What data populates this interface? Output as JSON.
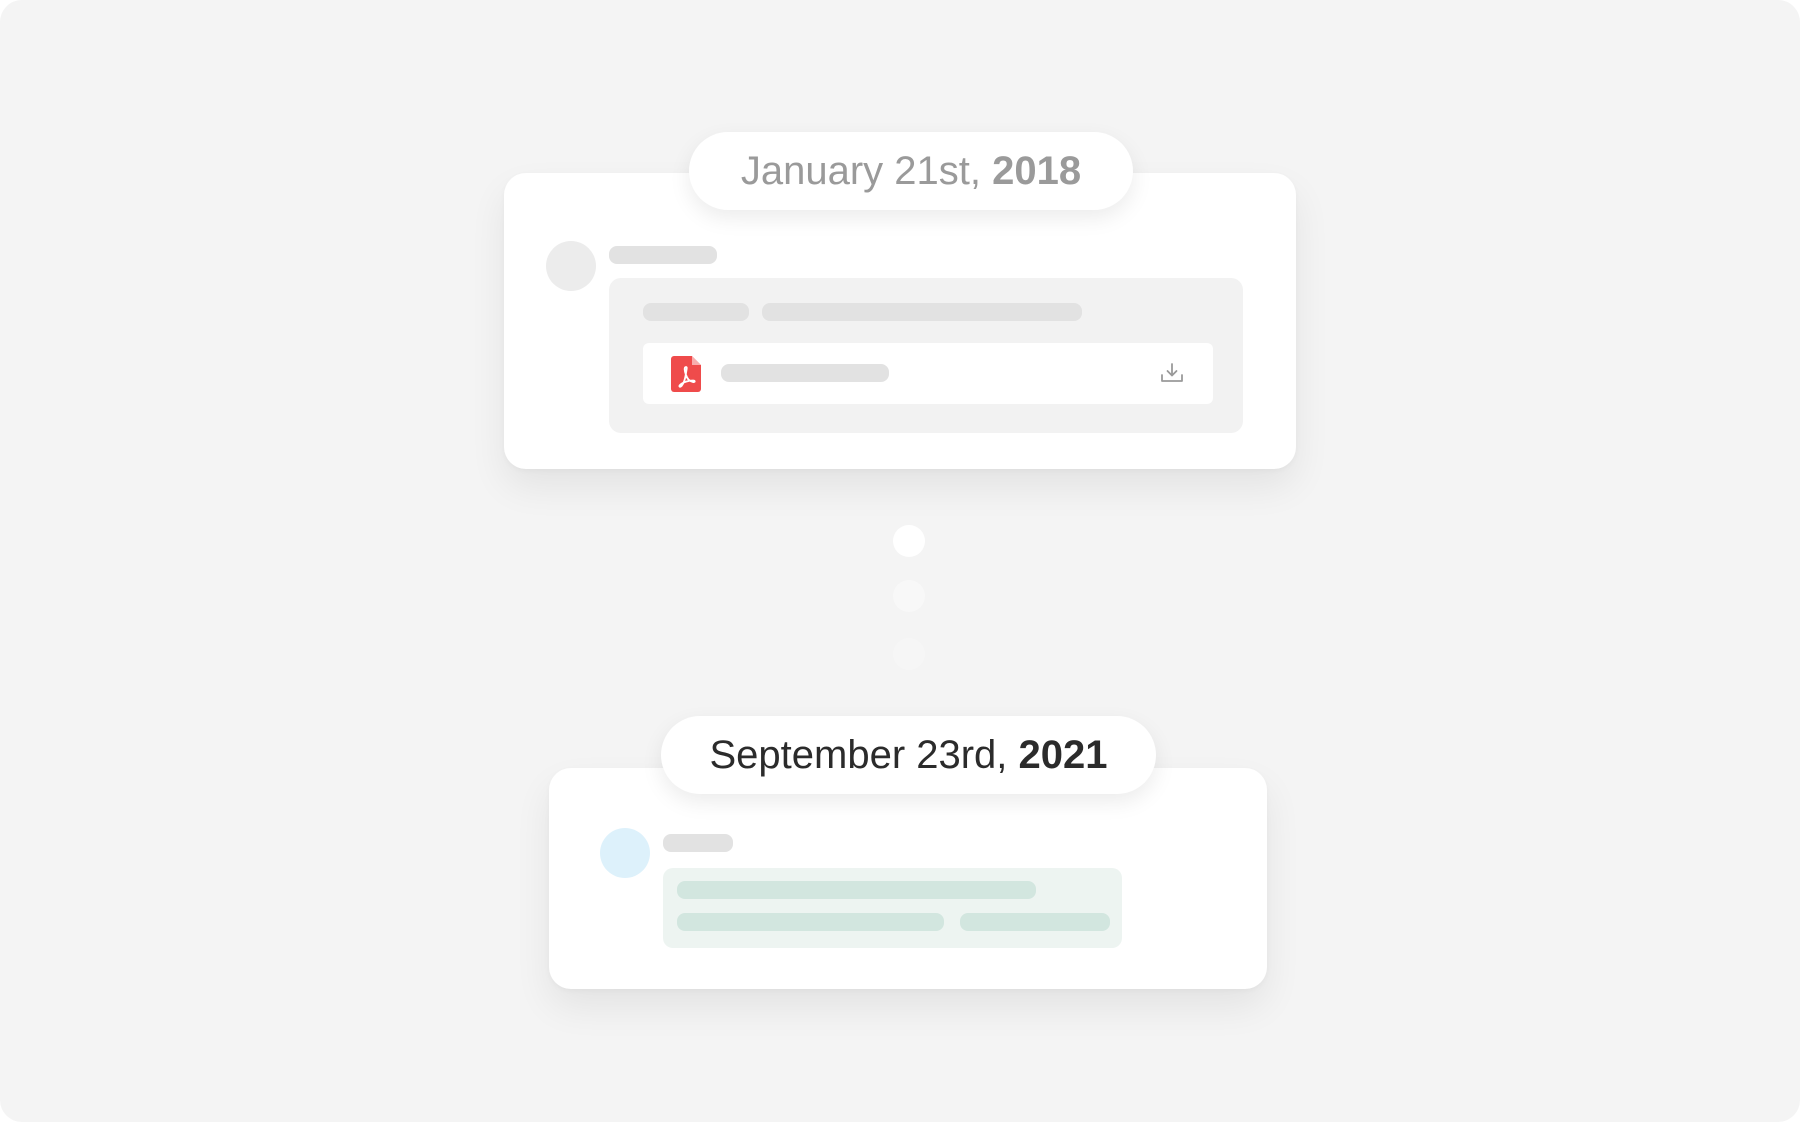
{
  "timeline": {
    "entries": [
      {
        "date_prefix": "January 21st, ",
        "year": "2018",
        "attachment": {
          "file_type_icon": "pdf-file-icon",
          "action_icon": "download-icon"
        }
      },
      {
        "date_prefix": "September 23rd, ",
        "year": "2021"
      }
    ],
    "connector_dots": 3
  },
  "colors": {
    "background": "#f4f4f4",
    "card": "#ffffff",
    "skeleton": "#e2e2e2",
    "attachment_panel": "#f2f2f2",
    "pdf_red": "#ef4b4b",
    "reply_avatar": "#ddf1fb",
    "reply_bubble": "#edf4f1",
    "reply_skeleton": "#d2e6df"
  }
}
